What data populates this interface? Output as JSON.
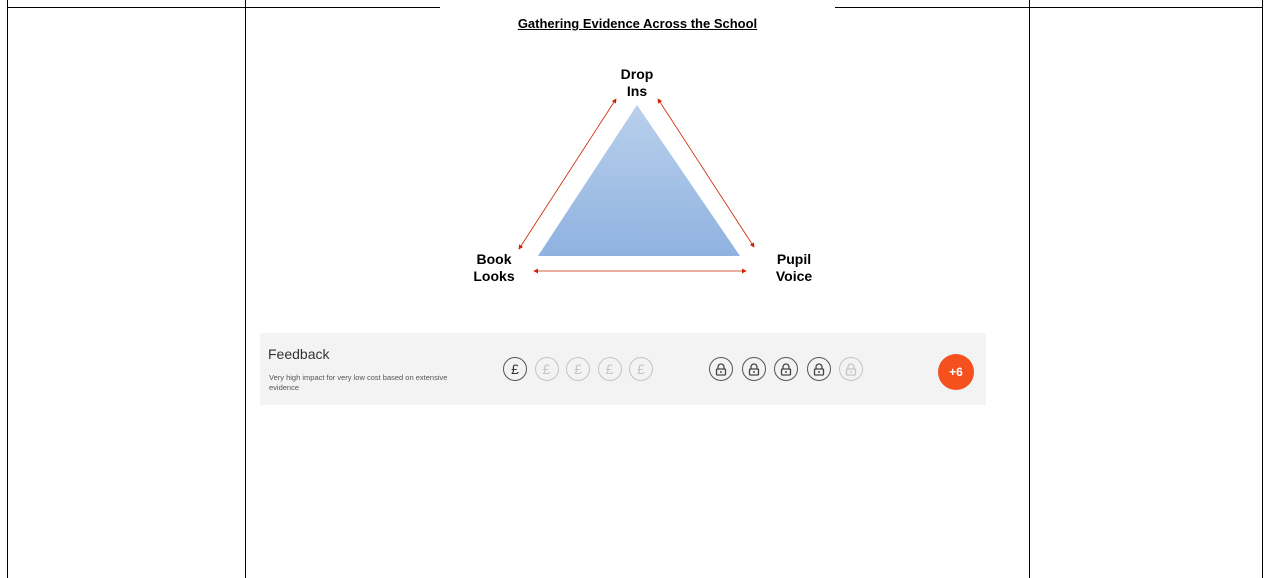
{
  "diagram": {
    "title": "Gathering Evidence Across the School",
    "nodes": {
      "top": "Drop Ins",
      "left": "Book Looks",
      "right": "Pupil Voice"
    }
  },
  "feedback": {
    "title": "Feedback",
    "description": "Very high impact for very low cost based on extensive evidence",
    "cost_symbol": "£",
    "cost_rating": 1,
    "cost_max": 5,
    "evidence_rating": 4,
    "evidence_max": 5,
    "impact_badge": "+6"
  }
}
